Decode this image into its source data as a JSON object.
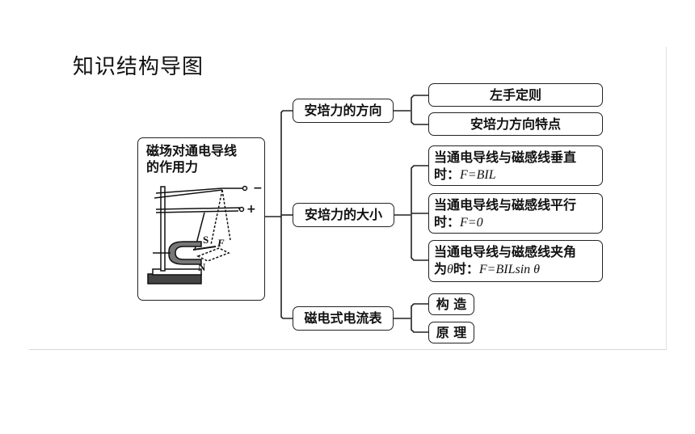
{
  "title": "知识结构导图",
  "root": {
    "label_line1": "磁场对通电导线",
    "label_line2": "的作用力",
    "illustration": {
      "minus": "−",
      "plus": "+",
      "pole_s": "S",
      "pole_n": "N",
      "force": "F"
    }
  },
  "branches": {
    "direction": {
      "label": "安培力的方向",
      "children": [
        "左手定则",
        "安培力方向特点"
      ]
    },
    "magnitude": {
      "label": "安培力的大小",
      "perpendicular": {
        "line1": "当通电导线与磁感线垂直",
        "prefix": "时：",
        "formula": "F=BIL"
      },
      "parallel": {
        "line1": "当通电导线与磁感线平行",
        "prefix": "时：",
        "formula": "F=0"
      },
      "angle": {
        "line1": "当通电导线与磁感线夹角",
        "var": "θ",
        "prefix": "为",
        "mid": "时：",
        "formula": "F=BIL",
        "sin": "sin θ"
      }
    },
    "meter": {
      "label": "磁电式电流表",
      "children": [
        "构 造",
        "原 理"
      ]
    }
  },
  "colors": {
    "line": "#222222",
    "frame": "#dddddd"
  }
}
